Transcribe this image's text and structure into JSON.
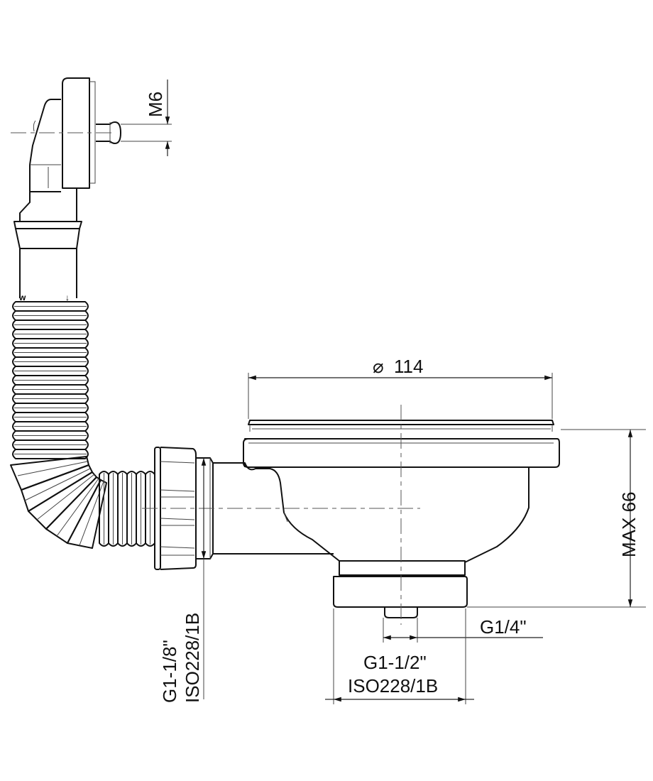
{
  "drawing": {
    "title": "Sink strainer waste with overflow – dimensional drawing",
    "labels": {
      "overflow_screw": "M6",
      "diameter_symbol": "⌀",
      "diameter": "114",
      "height": "MAX 66",
      "drain_nipple": "G1/4\"",
      "outlet_thread": "G1-1/2\"",
      "outlet_standard": "ISO228/1B",
      "side_thread": "G1-1/8\"",
      "side_standard": "ISO228/1B"
    },
    "colors": {
      "line": "#111111",
      "background": "#ffffff"
    }
  }
}
